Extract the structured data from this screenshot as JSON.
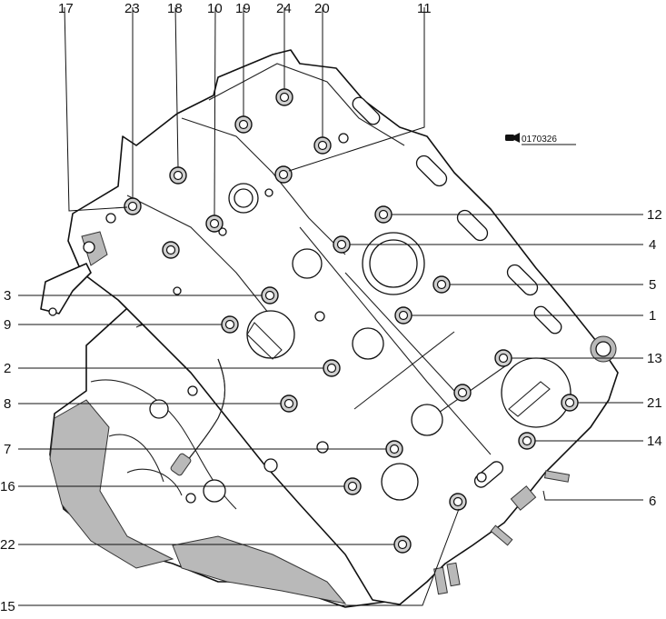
{
  "figure": {
    "code": "0170326",
    "callouts": [
      {
        "id": "17",
        "label": "17"
      },
      {
        "id": "23",
        "label": "23"
      },
      {
        "id": "18",
        "label": "18"
      },
      {
        "id": "10",
        "label": "10"
      },
      {
        "id": "19",
        "label": "19"
      },
      {
        "id": "24",
        "label": "24"
      },
      {
        "id": "20",
        "label": "20"
      },
      {
        "id": "11",
        "label": "11"
      },
      {
        "id": "12",
        "label": "12"
      },
      {
        "id": "4",
        "label": "4"
      },
      {
        "id": "5",
        "label": "5"
      },
      {
        "id": "1",
        "label": "1"
      },
      {
        "id": "13",
        "label": "13"
      },
      {
        "id": "21",
        "label": "21"
      },
      {
        "id": "14",
        "label": "14"
      },
      {
        "id": "6",
        "label": "6"
      },
      {
        "id": "3",
        "label": "3"
      },
      {
        "id": "9",
        "label": "9"
      },
      {
        "id": "2",
        "label": "2"
      },
      {
        "id": "8",
        "label": "8"
      },
      {
        "id": "7",
        "label": "7"
      },
      {
        "id": "16",
        "label": "16"
      },
      {
        "id": "22",
        "label": "22"
      },
      {
        "id": "15",
        "label": "15"
      }
    ]
  }
}
